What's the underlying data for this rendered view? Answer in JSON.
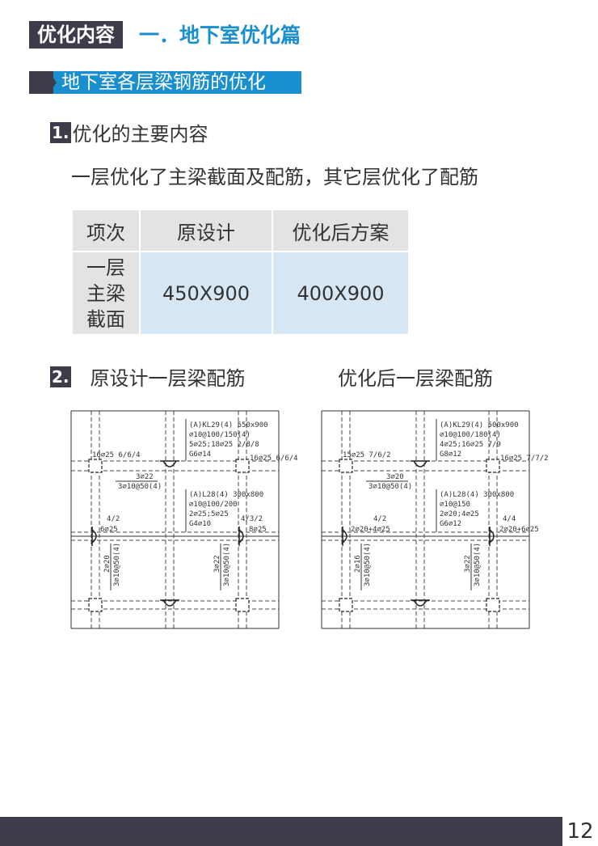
{
  "header": {
    "tag": "优化内容",
    "title": "一．地下室优化篇"
  },
  "subtitle": "地下室各层梁钢筋的优化",
  "section1": {
    "num": "1.",
    "title": "优化的主要内容",
    "text": "一层优化了主梁截面及配筋，其它层优化了配筋"
  },
  "table": {
    "headers": [
      "项次",
      "原设计",
      "优化后方案"
    ],
    "rows": [
      {
        "item_lines": [
          "一层",
          "主梁",
          "截面"
        ],
        "original": "450X900",
        "optimized": "400X900"
      }
    ]
  },
  "section2": {
    "num": "2.",
    "left_title": "原设计一层梁配筋",
    "right_title": "优化后一层梁配筋"
  },
  "drawings": {
    "original": {
      "kl": [
        "(A)KL29(4)  550x900",
        "⌀10@100/150(4)",
        "5⌀25;18⌀25 2/8/8",
        "G6⌀14"
      ],
      "top_left": "16⌀25 6/6/4",
      "top_right": "16⌀25 6/6/4",
      "mid_top": "3⌀22",
      "mid_bot": "3⌀10@50(4)",
      "l": [
        "(A)L28(4)  300x800",
        "⌀10@100/200",
        "2⌀25;5⌀25",
        "G4⌀10"
      ],
      "left_a": "4/2",
      "left_b": "6⌀25",
      "right_a": "4/3/2",
      "right_b": "8⌀25",
      "vl_a": "2⌀20",
      "vl_b": "3⌀10@50(4)",
      "vr_a": "3⌀22",
      "vr_b": "3⌀10@50(4)"
    },
    "optimized": {
      "kl": [
        "(A)KL29(4)  500x900",
        "⌀10@100/180(4)",
        "4⌀25;16⌀25 7/9",
        "G8⌀12"
      ],
      "top_left": "15⌀25 7/6/2",
      "top_right": "16⌀25 7/7/2",
      "mid_top": "3⌀20",
      "mid_bot": "3⌀10@50(4)",
      "l": [
        "(A)L28(4)  300x800",
        "⌀10@150",
        "2⌀20;4⌀25",
        "G6⌀12"
      ],
      "left_a": "4/2",
      "left_b": "2⌀20+4⌀25",
      "right_a": "4/4",
      "right_b": "2⌀20+6⌀25",
      "vl_a": "2⌀16",
      "vl_b": "3⌀10@50(4)",
      "vr_a": "3⌀22",
      "vr_b": "3⌀10@50(4)"
    }
  },
  "footer": {
    "page": "12"
  }
}
